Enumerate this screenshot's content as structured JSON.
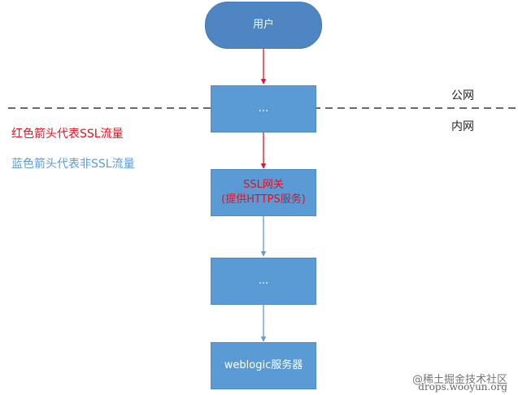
{
  "nodes": {
    "user": "用户",
    "public_box": "...",
    "ssl_gateway": "SSL网关\n(提供HTTPS服务)",
    "inner_box": "...",
    "weblogic": "weblogic服务器"
  },
  "zones": {
    "public": "公网",
    "private": "内网"
  },
  "legend": {
    "red": "红色箭头代表SSL流量",
    "blue": "蓝色箭头代表非SSL流量"
  },
  "watermark": {
    "line1": "@稀土掘金技术社区",
    "line2": "drops.wooyun.org"
  },
  "colors": {
    "red_arrow": "#e3101f",
    "blue_arrow": "#5b9bd5",
    "node_fill": "#5b9bd5",
    "pill_fill": "#4e86c3"
  }
}
